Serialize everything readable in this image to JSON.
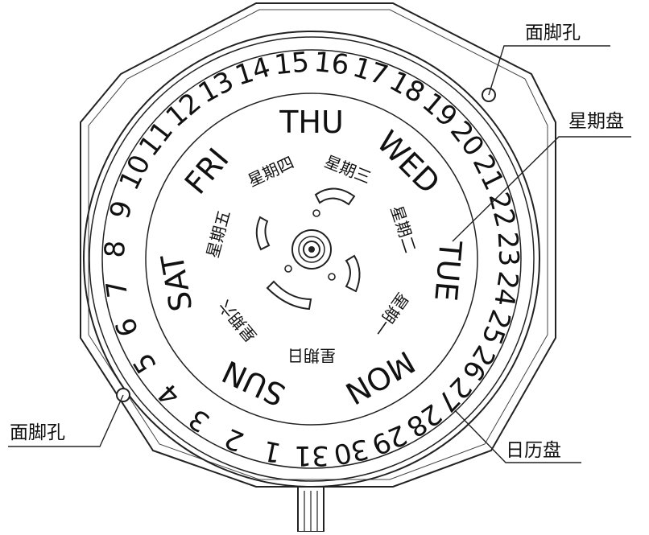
{
  "callouts": {
    "face_hole_top": "面脚孔",
    "week_disc": "星期盘",
    "face_hole_bottom": "面脚孔",
    "date_disc": "日历盘"
  },
  "date_ring": [
    "1",
    "2",
    "3",
    "4",
    "5",
    "6",
    "7",
    "8",
    "9",
    "10",
    "11",
    "12",
    "13",
    "14",
    "15",
    "16",
    "17",
    "18",
    "19",
    "20",
    "21",
    "22",
    "23",
    "24",
    "25",
    "26",
    "27",
    "28",
    "29",
    "30",
    "31"
  ],
  "weekday_en": [
    "SUN",
    "MON",
    "TUE",
    "WED",
    "THU",
    "FRI",
    "SAT"
  ],
  "weekday_cn": [
    "星期日",
    "星期一",
    "星期二",
    "星期三",
    "星期四",
    "星期五",
    "星期六"
  ]
}
